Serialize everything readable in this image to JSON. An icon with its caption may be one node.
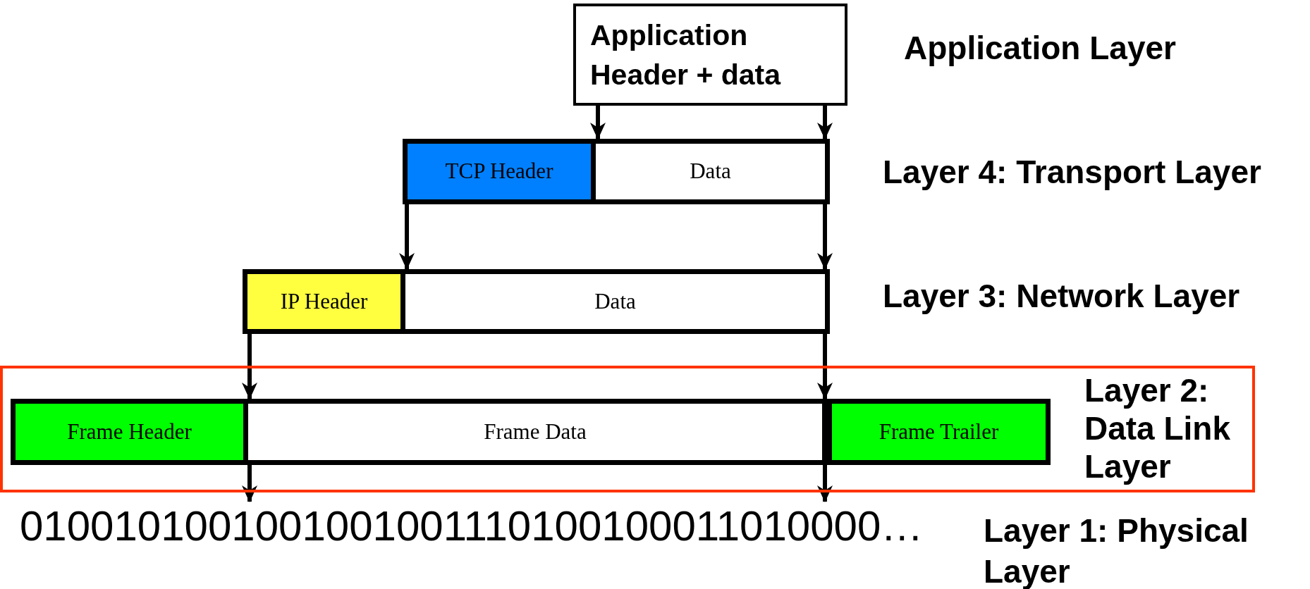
{
  "diagram": {
    "nodes": [
      {
        "text": [
          "Application Header + data"
        ]
      },
      {
        "text": [
          "TCP Header"
        ]
      },
      {
        "text": [
          "Data"
        ]
      },
      {
        "text": [
          "IP Header"
        ]
      },
      {
        "text": [
          "Data"
        ]
      },
      {
        "text": [
          "Layer 2: Data Link Layer"
        ]
      },
      {
        "text": [
          "Frame Header"
        ],
        "in": 5
      },
      {
        "text": [
          "Frame Data"
        ],
        "in": 5
      },
      {
        "text": [
          "Frame Trailer"
        ],
        "in": 5
      },
      {
        "text": [
          "0100101001001001001110100100011010000…"
        ]
      }
    ],
    "edges": [
      {
        "from": 0,
        "to": 2,
        "arrow": "to"
      },
      {
        "from": 0,
        "to": 2,
        "arrow": "to"
      },
      {
        "from": 1,
        "to": 4,
        "arrow": "to"
      },
      {
        "from": 2,
        "to": 4,
        "arrow": "to"
      },
      {
        "from": 3,
        "to": 7,
        "arrow": "to"
      },
      {
        "from": 4,
        "to": 7,
        "arrow": "to"
      },
      {
        "from": 7,
        "to": 9,
        "arrow": "to"
      },
      {
        "from": 7,
        "to": 9,
        "arrow": "to"
      }
    ],
    "labels": [
      "Application Layer",
      "Layer 4: Transport Layer",
      "Layer 3: Network Layer",
      "Layer 1: Physical Layer"
    ]
  }
}
